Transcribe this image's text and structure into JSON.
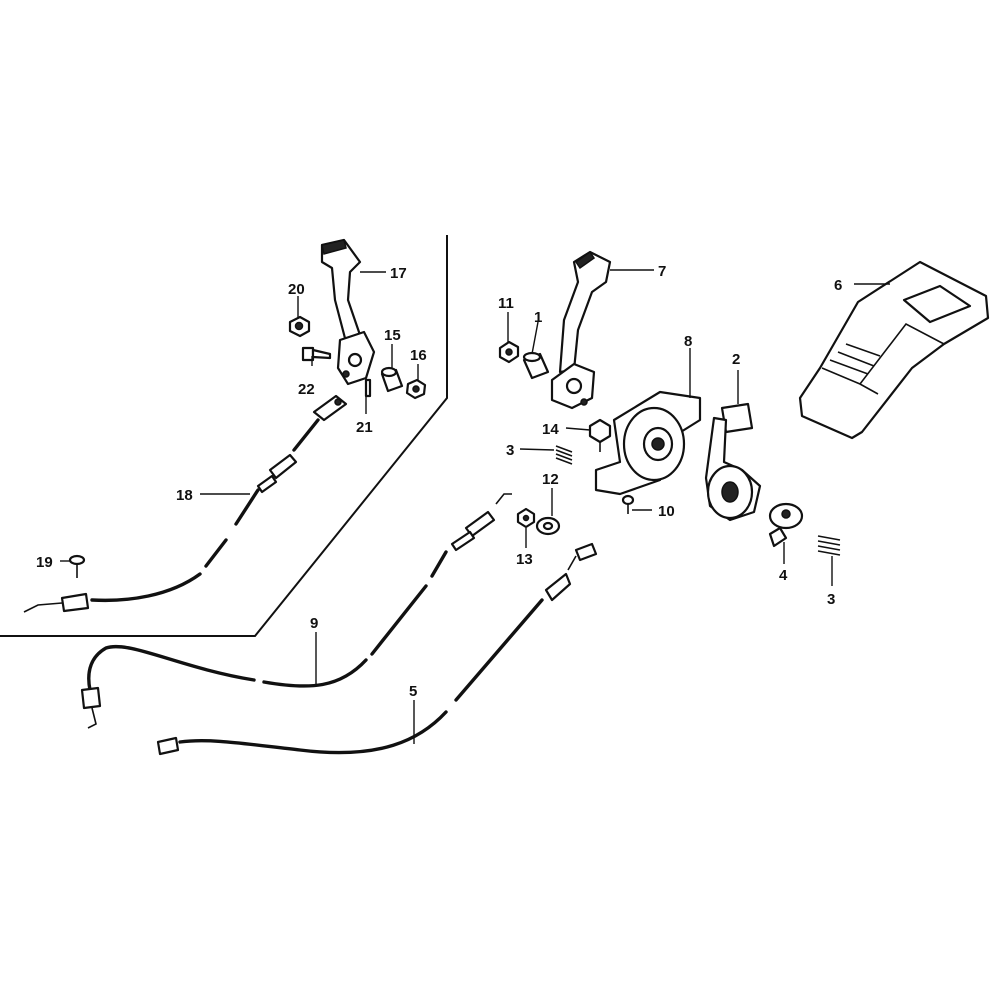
{
  "diagram": {
    "background": "#ffffff",
    "ink": "#111111",
    "callouts": [
      {
        "id": "c17",
        "label": "17"
      },
      {
        "id": "c20",
        "label": "20"
      },
      {
        "id": "c15",
        "label": "15"
      },
      {
        "id": "c16",
        "label": "16"
      },
      {
        "id": "c22",
        "label": "22"
      },
      {
        "id": "c21",
        "label": "21"
      },
      {
        "id": "c18",
        "label": "18"
      },
      {
        "id": "c19",
        "label": "19"
      },
      {
        "id": "c7",
        "label": "7"
      },
      {
        "id": "c11",
        "label": "11"
      },
      {
        "id": "c1",
        "label": "1"
      },
      {
        "id": "c8",
        "label": "8"
      },
      {
        "id": "c2",
        "label": "2"
      },
      {
        "id": "c6",
        "label": "6"
      },
      {
        "id": "c14",
        "label": "14"
      },
      {
        "id": "c3a",
        "label": "3"
      },
      {
        "id": "c12",
        "label": "12"
      },
      {
        "id": "c10",
        "label": "10"
      },
      {
        "id": "c13",
        "label": "13"
      },
      {
        "id": "c4",
        "label": "4"
      },
      {
        "id": "c3b",
        "label": "3"
      },
      {
        "id": "c9",
        "label": "9"
      },
      {
        "id": "c5",
        "label": "5"
      }
    ]
  }
}
